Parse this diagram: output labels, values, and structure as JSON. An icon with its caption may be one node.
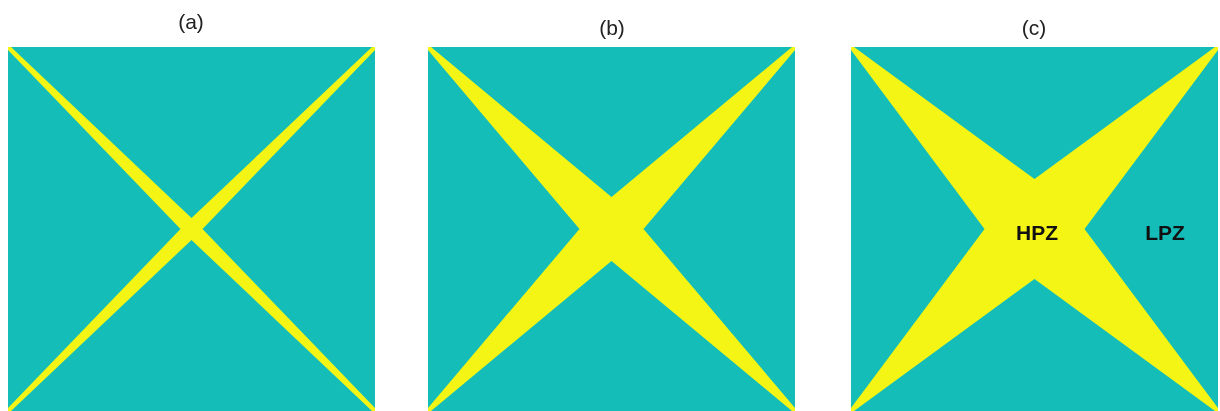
{
  "diagram": {
    "labels": [
      "(a)",
      "(b)",
      "(c)",
      "HPZ",
      "LPZ"
    ]
  }
}
